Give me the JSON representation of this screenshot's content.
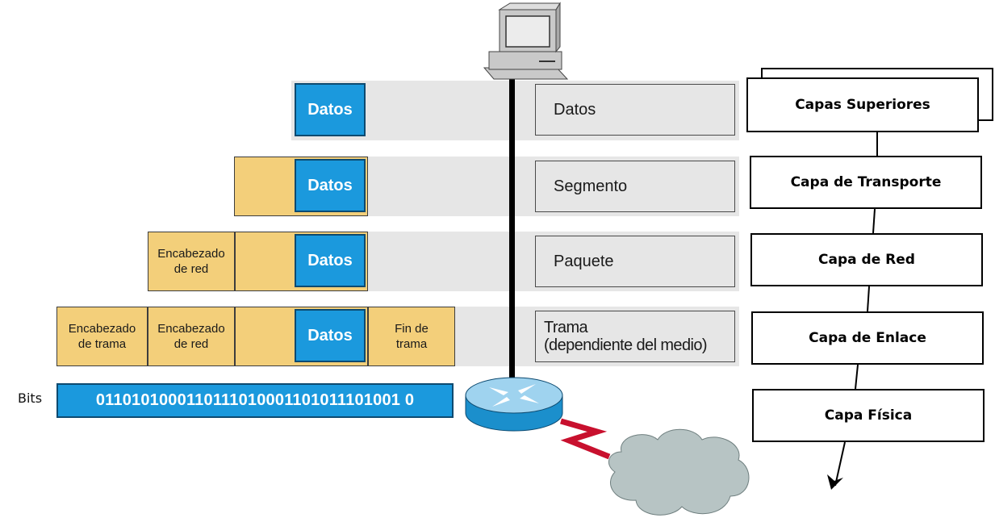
{
  "pdu_rows": [
    {
      "label": "Datos",
      "data_block": "Datos"
    },
    {
      "label": "Segmento",
      "data_block": "Datos"
    },
    {
      "label": "Paquete",
      "data_block": "Datos",
      "network_header": [
        "Encabezado",
        "de red"
      ]
    },
    {
      "label_line1": "Trama",
      "label_line2": "(dependiente del medio)",
      "data_block": "Datos",
      "frame_header": [
        "Encabezado",
        "de trama"
      ],
      "network_header": [
        "Encabezado",
        "de red"
      ],
      "frame_trailer": [
        "Fin de",
        "trama"
      ]
    }
  ],
  "bits": {
    "label": "Bits",
    "value": "0110101000110111010001101011101001 0"
  },
  "layers": [
    "Capas Superiores",
    "Capa de Transporte",
    "Capa de Red",
    "Capa de Enlace",
    "Capa Física"
  ],
  "icons": [
    "computer-icon",
    "router-icon",
    "serial-link-icon",
    "cloud-icon"
  ],
  "colors": {
    "data_block": "#1b99dd",
    "header": "#f3cf7a",
    "band": "#e6e6e6",
    "link": "#c8102e",
    "cloud": "#b7c4c4"
  }
}
